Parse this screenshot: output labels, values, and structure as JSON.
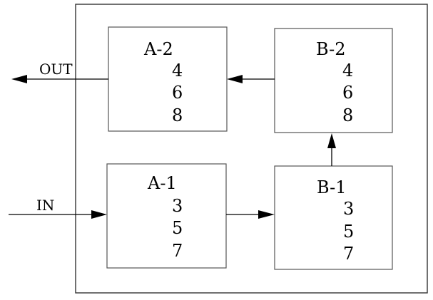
{
  "blocks": {
    "a2": {
      "title": "A-2",
      "items": [
        "4",
        "6",
        "8"
      ]
    },
    "b2": {
      "title": "B-2",
      "items": [
        "4",
        "6",
        "8"
      ]
    },
    "a1": {
      "title": "A-1",
      "items": [
        "3",
        "5",
        "7"
      ]
    },
    "b1": {
      "title": "B-1",
      "items": [
        "3",
        "5",
        "7"
      ]
    }
  },
  "signals": {
    "output": "OUT",
    "input": "IN"
  }
}
